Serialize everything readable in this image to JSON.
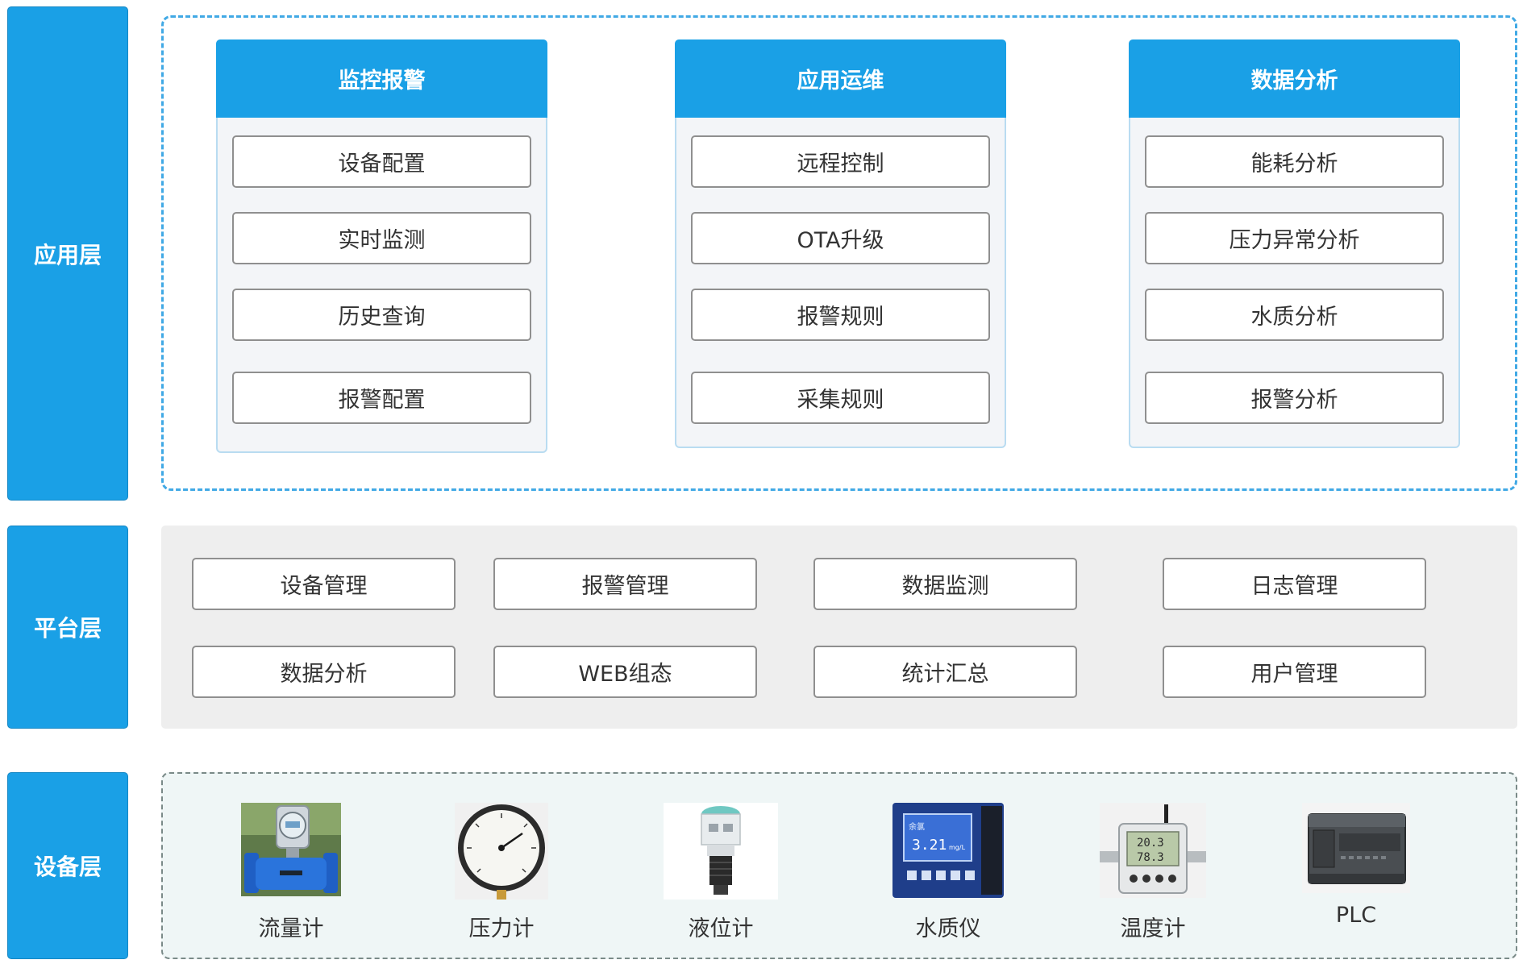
{
  "layers": {
    "application": "应用层",
    "platform": "平台层",
    "device": "设备层"
  },
  "app_columns": [
    {
      "title": "监控报警",
      "items": [
        "设备配置",
        "实时监测",
        "历史查询",
        "报警配置"
      ]
    },
    {
      "title": "应用运维",
      "items": [
        "远程控制",
        "OTA升级",
        "报警规则",
        "采集规则"
      ]
    },
    {
      "title": "数据分析",
      "items": [
        "能耗分析",
        "压力异常分析",
        "水质分析",
        "报警分析"
      ]
    }
  ],
  "platform_items": [
    [
      "设备管理",
      "报警管理",
      "数据监测",
      "日志管理"
    ],
    [
      "数据分析",
      "WEB组态",
      "统计汇总",
      "用户管理"
    ]
  ],
  "devices": [
    {
      "label": "流量计",
      "icon": "flowmeter-icon"
    },
    {
      "label": "压力计",
      "icon": "pressure-gauge-icon"
    },
    {
      "label": "液位计",
      "icon": "level-meter-icon"
    },
    {
      "label": "水质仪",
      "icon": "water-quality-meter-icon",
      "display_value": "3.21",
      "display_unit": "mg/L",
      "display_tag": "余氯"
    },
    {
      "label": "温度计",
      "icon": "thermometer-icon",
      "display_top": "20.3",
      "display_bottom": "78.3"
    },
    {
      "label": "PLC",
      "icon": "plc-icon"
    }
  ],
  "colors": {
    "accent": "#1aa0e6",
    "frame_dash": "#41a9e5",
    "panel_bg": "#eeeeee",
    "device_bg": "#eff6f6"
  }
}
